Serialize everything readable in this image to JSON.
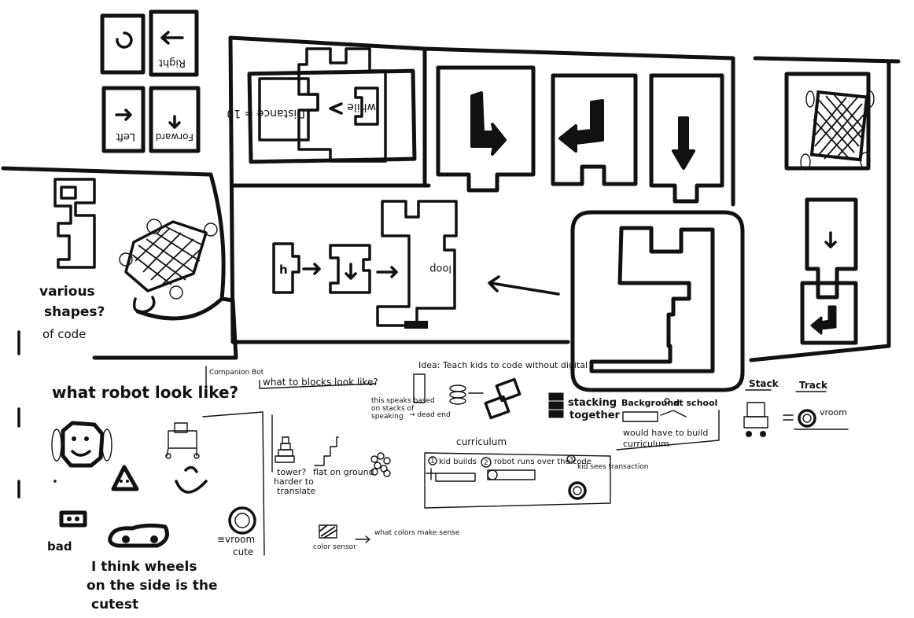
{
  "sketch": {
    "code_cards": [
      "Right",
      "Left",
      "Forward"
    ],
    "puzzle_labels": {
      "distance_flipped": "Distance = 10",
      "while_flipped": "while",
      "h_block": "h",
      "loop_label": "loop"
    },
    "shapes_note": [
      "various",
      "shapes?",
      "of code"
    ],
    "robot_heading": "what robot look like?",
    "robot_notes": {
      "bad": "bad",
      "cute": "cute",
      "vroom": "≡vroom",
      "wheels_note": [
        "I think wheels",
        "on the side is the",
        "cutest"
      ]
    },
    "companion_label": "Companion Bot",
    "blocks_heading": "what to blocks look like?",
    "idea_text": "Idea: Teach kids to code without digital",
    "speaker_note": [
      "this speaks based",
      "on stacks of",
      "speaking"
    ],
    "dead_end": "→ dead end",
    "stacking_note": [
      "stacking",
      "together"
    ],
    "background_note": [
      "Background",
      "at school"
    ],
    "curriculum_note": [
      "would have to build",
      "curriculum"
    ],
    "stack_label": "Stack",
    "track_label": "Track",
    "vroom_text": "vroom",
    "tower_note": [
      "tower?",
      "harder to",
      "translate"
    ],
    "flat_note": "flat on ground",
    "curriculum_heading": "curriculum",
    "steps": [
      {
        "num": "1",
        "text": "kid builds"
      },
      {
        "num": "2",
        "text": "robot runs over the code"
      },
      {
        "num": "3",
        "text": "kid sees transaction"
      }
    ],
    "color_sensor_label": "color sensor",
    "colors_note": "what colors make sense"
  }
}
